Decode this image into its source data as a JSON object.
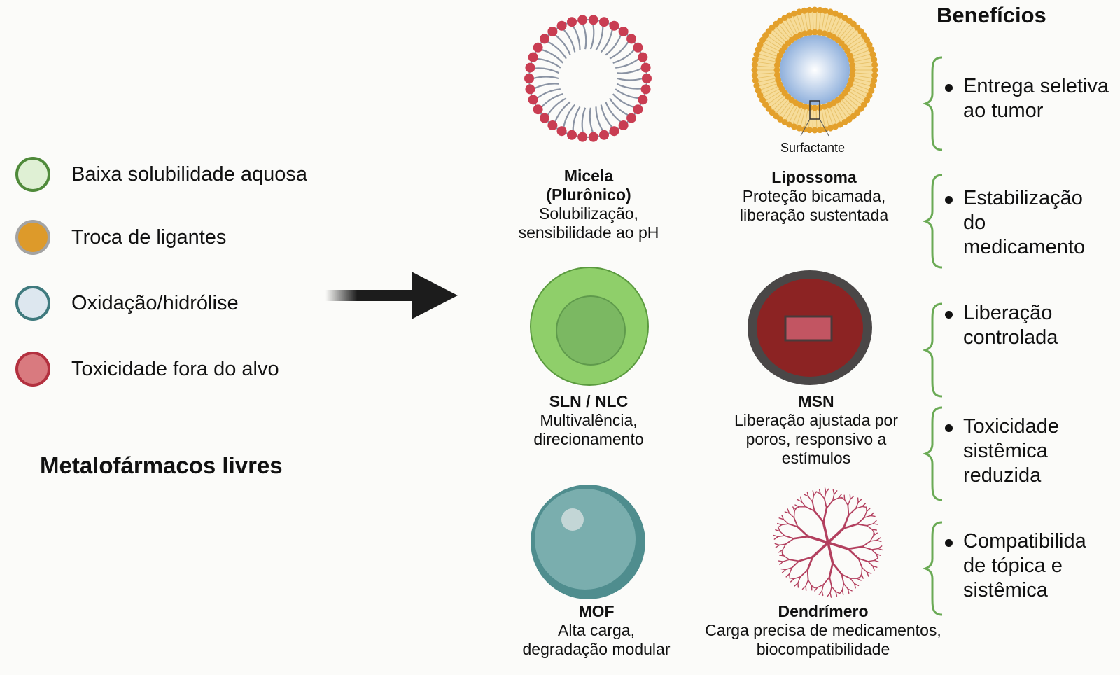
{
  "legend": {
    "items": [
      {
        "label": "Baixa solubilidade aquosa",
        "fill": "#dff0d4",
        "border": "#4f8a3a"
      },
      {
        "label": "Troca de ligantes",
        "fill": "#dd9a2a",
        "border": "#a3a3a3"
      },
      {
        "label": "Oxidação/hidrólise",
        "fill": "#dde7ef",
        "border": "#3f7a7e"
      },
      {
        "label": "Toxicidade fora do alvo",
        "fill": "#d97a7f",
        "border": "#b3303f"
      }
    ]
  },
  "source_title": "Metalofármacos livres",
  "arrow": {
    "direction": "right",
    "color": "#1c1c1c"
  },
  "nanocarriers": [
    {
      "name": "Micela\n(Plurônico)",
      "name_l1": "Micela",
      "name_l2": "(Plurônico)",
      "desc_l1": "Solubilização,",
      "desc_l2": "sensibilidade ao pH",
      "icon": "micelle-icon",
      "color": "#c93d52"
    },
    {
      "name_l1": "Lipossoma",
      "desc_l1": "Proteção bicamada,",
      "desc_l2": "liberação sustentada",
      "icon": "liposome-icon",
      "color": "#e3a02c",
      "annotation": "Surfactante"
    },
    {
      "name_l1": "SLN / NLC",
      "desc_l1": "Multivalência,",
      "desc_l2": "direcionamento",
      "icon": "sln-nlc-icon",
      "color": "#8fcf6a"
    },
    {
      "name_l1": "MSN",
      "desc_l1": "Liberação ajustada por",
      "desc_l2": "poros, responsivo a",
      "desc_l3": "estímulos",
      "icon": "msn-icon",
      "color": "#8c2323"
    },
    {
      "name_l1": "MOF",
      "desc_l1": "Alta carga,",
      "desc_l2": "degradação modular",
      "icon": "mof-icon",
      "color": "#6aa7a8"
    },
    {
      "name_l1": "Dendrímero",
      "desc_l1": "Carga precisa de medicamentos,",
      "desc_l2": "biocompatibilidade",
      "icon": "dendrimer-icon",
      "color": "#b3405f"
    }
  ],
  "benefits": {
    "title": "Benefícios",
    "brace_color": "#6aaa55",
    "items": [
      {
        "l1": "Entrega seletiva",
        "l2": "ao tumor"
      },
      {
        "l1": "Estabilização",
        "l2": "do",
        "l3": "medicamento"
      },
      {
        "l1": "Liberação",
        "l2": "controlada"
      },
      {
        "l1": "Toxicidade",
        "l2": "sistêmica",
        "l3": "reduzida"
      },
      {
        "l1": "Compatibilida",
        "l2": "de tópica e",
        "l3": "sistêmica"
      }
    ]
  }
}
